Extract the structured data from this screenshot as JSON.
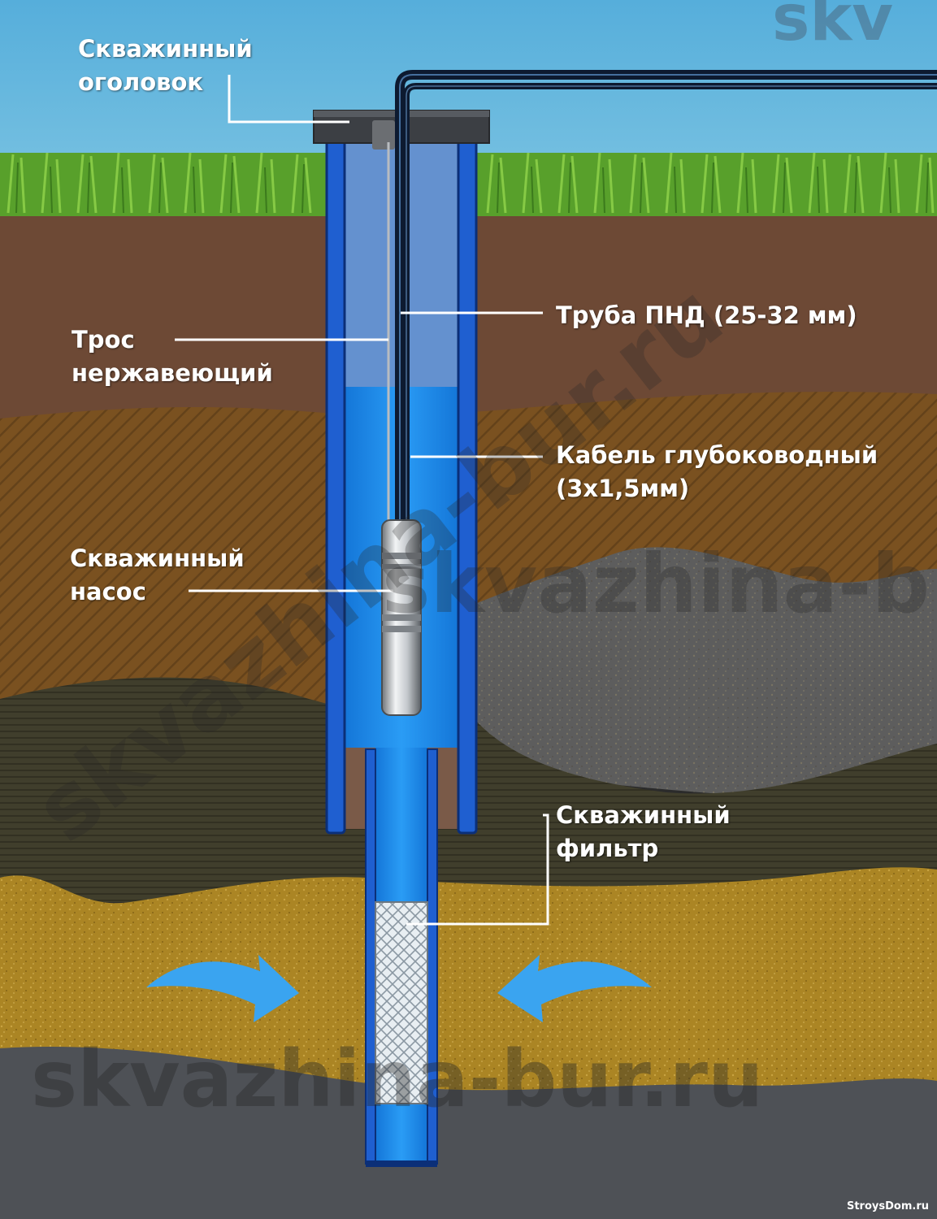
{
  "labels": {
    "wellhead": [
      "Скважинный",
      "оголовок"
    ],
    "pnd_pipe": [
      "Труба ПНД (25-32 мм)"
    ],
    "steel_cable": [
      "Трос",
      "нержавеющий"
    ],
    "deepwater_cable": [
      "Кабель глубоководный",
      "(3х1,5мм)"
    ],
    "pump": [
      "Скважинный",
      "насос"
    ],
    "filter": [
      "Скважинный",
      "фильтр"
    ]
  },
  "watermarks": {
    "top_corner": "skv",
    "diagonal": "skvazhina-bur.ru",
    "middle": "skvazhina-b",
    "bottom": "skvazhina-bur.ru"
  },
  "credit": "StroysDom.ru",
  "colors": {
    "sky": "#5fb4d8",
    "grass": "#5a9e2c",
    "topsoil": "#6e4a34",
    "clay": "#7a5222",
    "stone": "#5c5c5c",
    "dark_layer": "#3f3d2a",
    "sand": "#b08a2a",
    "bedrock": "#4f5257",
    "casing": "#1f5fd0",
    "water": "#1e90f0",
    "pipe": "#0d1a30",
    "arrow": "#3aa4f0"
  }
}
